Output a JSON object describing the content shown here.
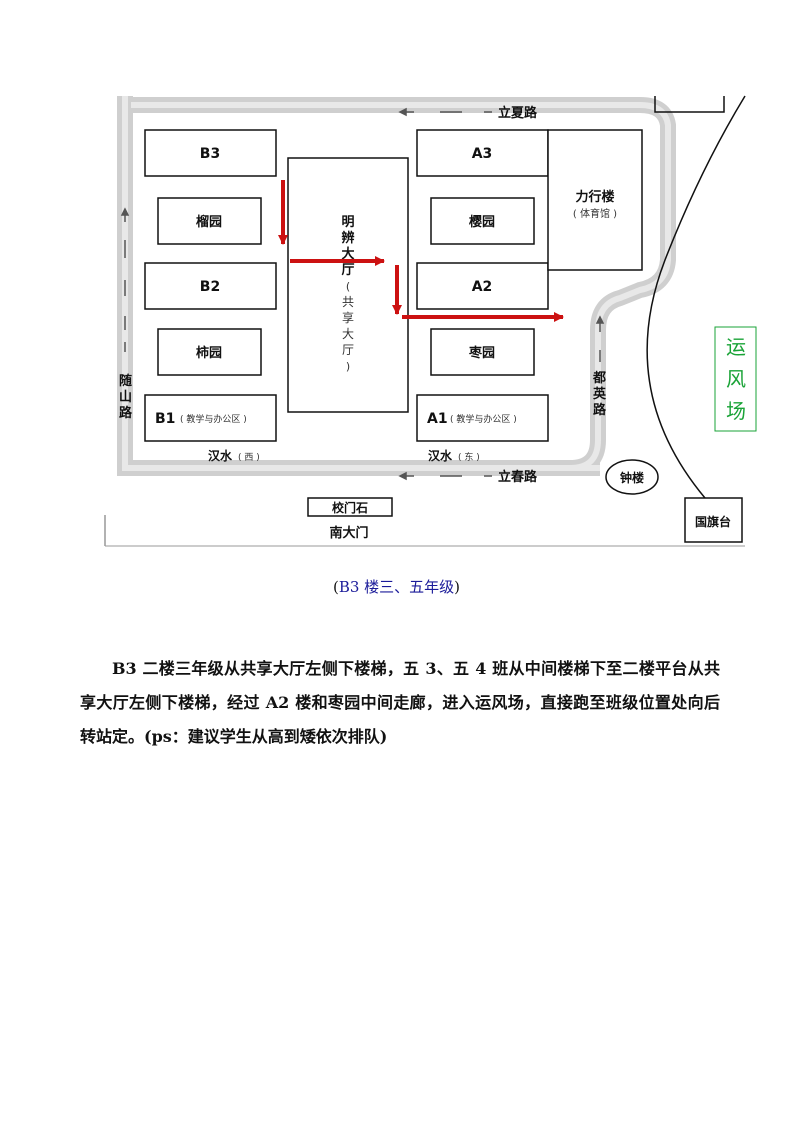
{
  "map": {
    "roads": {
      "north": "立夏路",
      "south": "立春路",
      "west": [
        "随",
        "山",
        "路"
      ],
      "east": [
        "都",
        "英",
        "路"
      ]
    },
    "buildings": {
      "b3": "B3",
      "b2": "B2",
      "b1": "B1",
      "b1_note": "( 教学与办公区 )",
      "liu_yuan": "榴园",
      "shi_yuan": "柿园",
      "a3": "A3",
      "a2": "A2",
      "a1": "A1",
      "a1_note": "( 教学与办公区 )",
      "ying_yuan": "樱园",
      "zao_yuan": "枣园",
      "hall_main": [
        "明",
        "辨",
        "大",
        "厅"
      ],
      "hall_sub": [
        "(",
        "共",
        "享",
        "大",
        "厅",
        ")"
      ],
      "lixing": "力行楼",
      "lixing_note": "( 体育馆 )",
      "hanshui_west": "汉水",
      "hanshui_west_note": "( 西 )",
      "hanshui_east": "汉水",
      "hanshui_east_note": "( 东 )",
      "xiaomenshi": "校门石",
      "south_gate": "南大门",
      "bell_tower": "钟楼",
      "flag_platform": "国旗台",
      "field": [
        "运",
        "风",
        "场"
      ]
    },
    "colors": {
      "road": "#cfcfcf",
      "arrow": "#cc1111",
      "field_text": "#1aa337",
      "field_border": "#1aa337"
    }
  },
  "caption": {
    "open": "(",
    "text": "B3 楼三、五年级",
    "close": ")"
  },
  "paragraph": "B3 二楼三年级从共享大厅左侧下楼梯，五 3、五 4 班从中间楼梯下至二楼平台从共享大厅左侧下楼梯，经过 A2 楼和枣园中间走廊，进入运风场，直接跑至班级位置处向后转站定。(ps：建议学生从高到矮依次排队)"
}
